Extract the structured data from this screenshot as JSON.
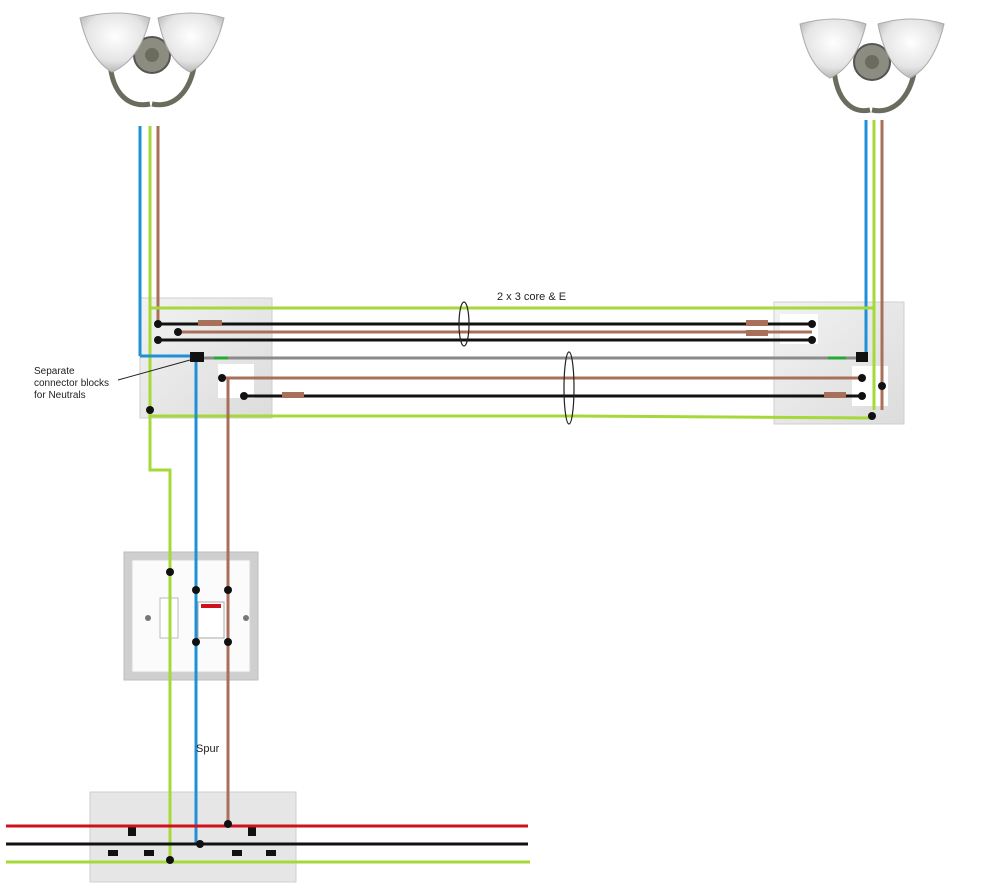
{
  "labels": {
    "cable_note": "2 x 3 core & E",
    "neutral_note_line1": "Separate",
    "neutral_note_line2": "connector blocks",
    "neutral_note_line3": "for Neutrals",
    "spur": "Spur"
  },
  "colors": {
    "neutral": "#1e90d8",
    "live": "#a8705a",
    "earth": "#a6d83a",
    "switched": "#111111",
    "ring_live": "#d0101c",
    "ring_neutral": "#111111",
    "ring_earth": "#a6d83a",
    "grey": "#8a8a8a",
    "green_sleeve": "#22aa33"
  }
}
